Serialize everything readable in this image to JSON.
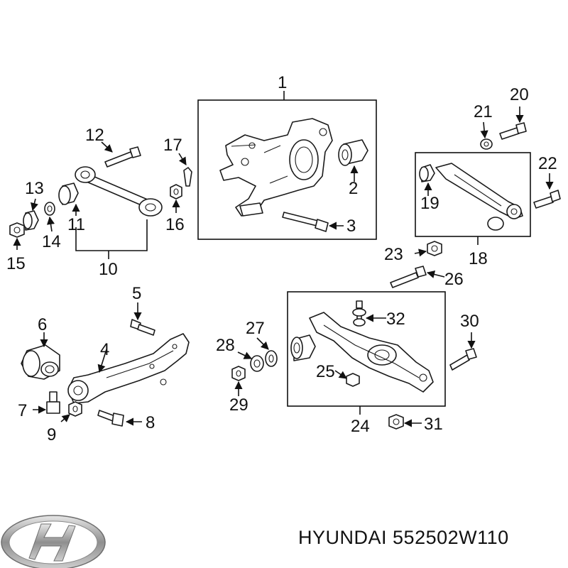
{
  "callouts": {
    "c1": "1",
    "c2": "2",
    "c3": "3",
    "c4": "4",
    "c5": "5",
    "c6": "6",
    "c7": "7",
    "c8": "8",
    "c9": "9",
    "c10": "10",
    "c11": "11",
    "c12": "12",
    "c13": "13",
    "c14": "14",
    "c15": "15",
    "c16": "16",
    "c17": "17",
    "c18": "18",
    "c19": "19",
    "c20": "20",
    "c21": "21",
    "c22": "22",
    "c23": "23",
    "c24": "24",
    "c25": "25",
    "c26": "26",
    "c27": "27",
    "c28": "28",
    "c29": "29",
    "c30": "30",
    "c31": "31",
    "c32": "32"
  },
  "caption": {
    "brand": "HYUNDAI",
    "part_number": "552502W110"
  },
  "logo": {
    "name": "hyundai-logo-icon",
    "color": "#9a9a9a"
  }
}
